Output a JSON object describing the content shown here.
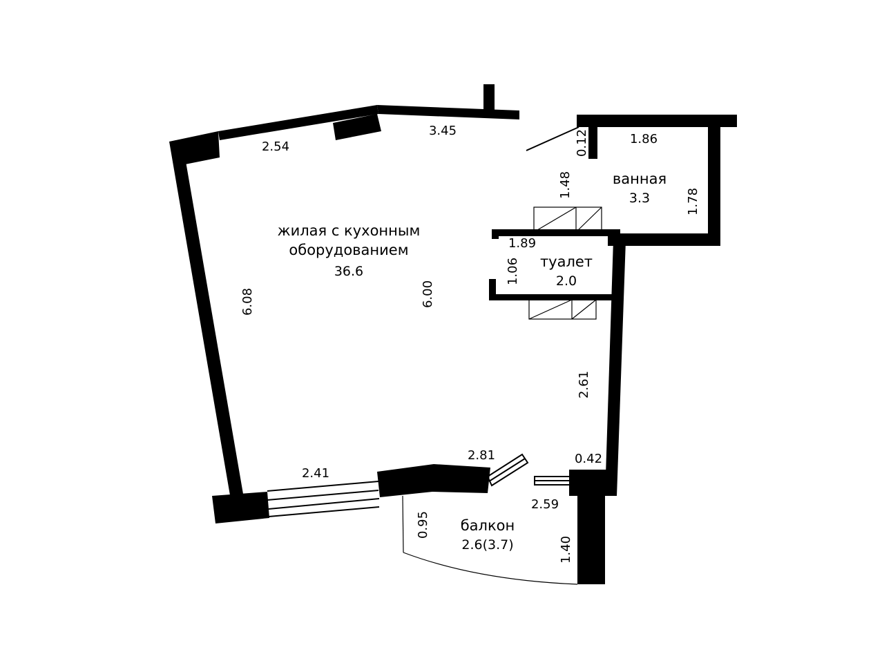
{
  "rooms": {
    "living": {
      "name_line1": "жилая с кухонным",
      "name_line2": "оборудованием",
      "area": "36.6"
    },
    "bathroom": {
      "name": "ванная",
      "area": "3.3"
    },
    "toilet": {
      "name": "туалет",
      "area": "2.0"
    },
    "balcony": {
      "name": "балкон",
      "area": "2.6(3.7)"
    }
  },
  "dimensions": {
    "top_left_wall": "2.54",
    "top_wall": "3.45",
    "left_wall": "6.08",
    "living_depth": "6.00",
    "bottom_window": "2.41",
    "bottom_wall": "2.81",
    "right_wall": "2.61",
    "corner": "0.42",
    "bath_wall_stub": "0.12",
    "bath_width": "1.86",
    "bath_entry": "1.48",
    "bath_depth": "1.78",
    "toilet_width": "1.89",
    "toilet_depth": "1.06",
    "balcony_width": "2.59",
    "balcony_left": "0.95",
    "balcony_right": "1.40"
  }
}
